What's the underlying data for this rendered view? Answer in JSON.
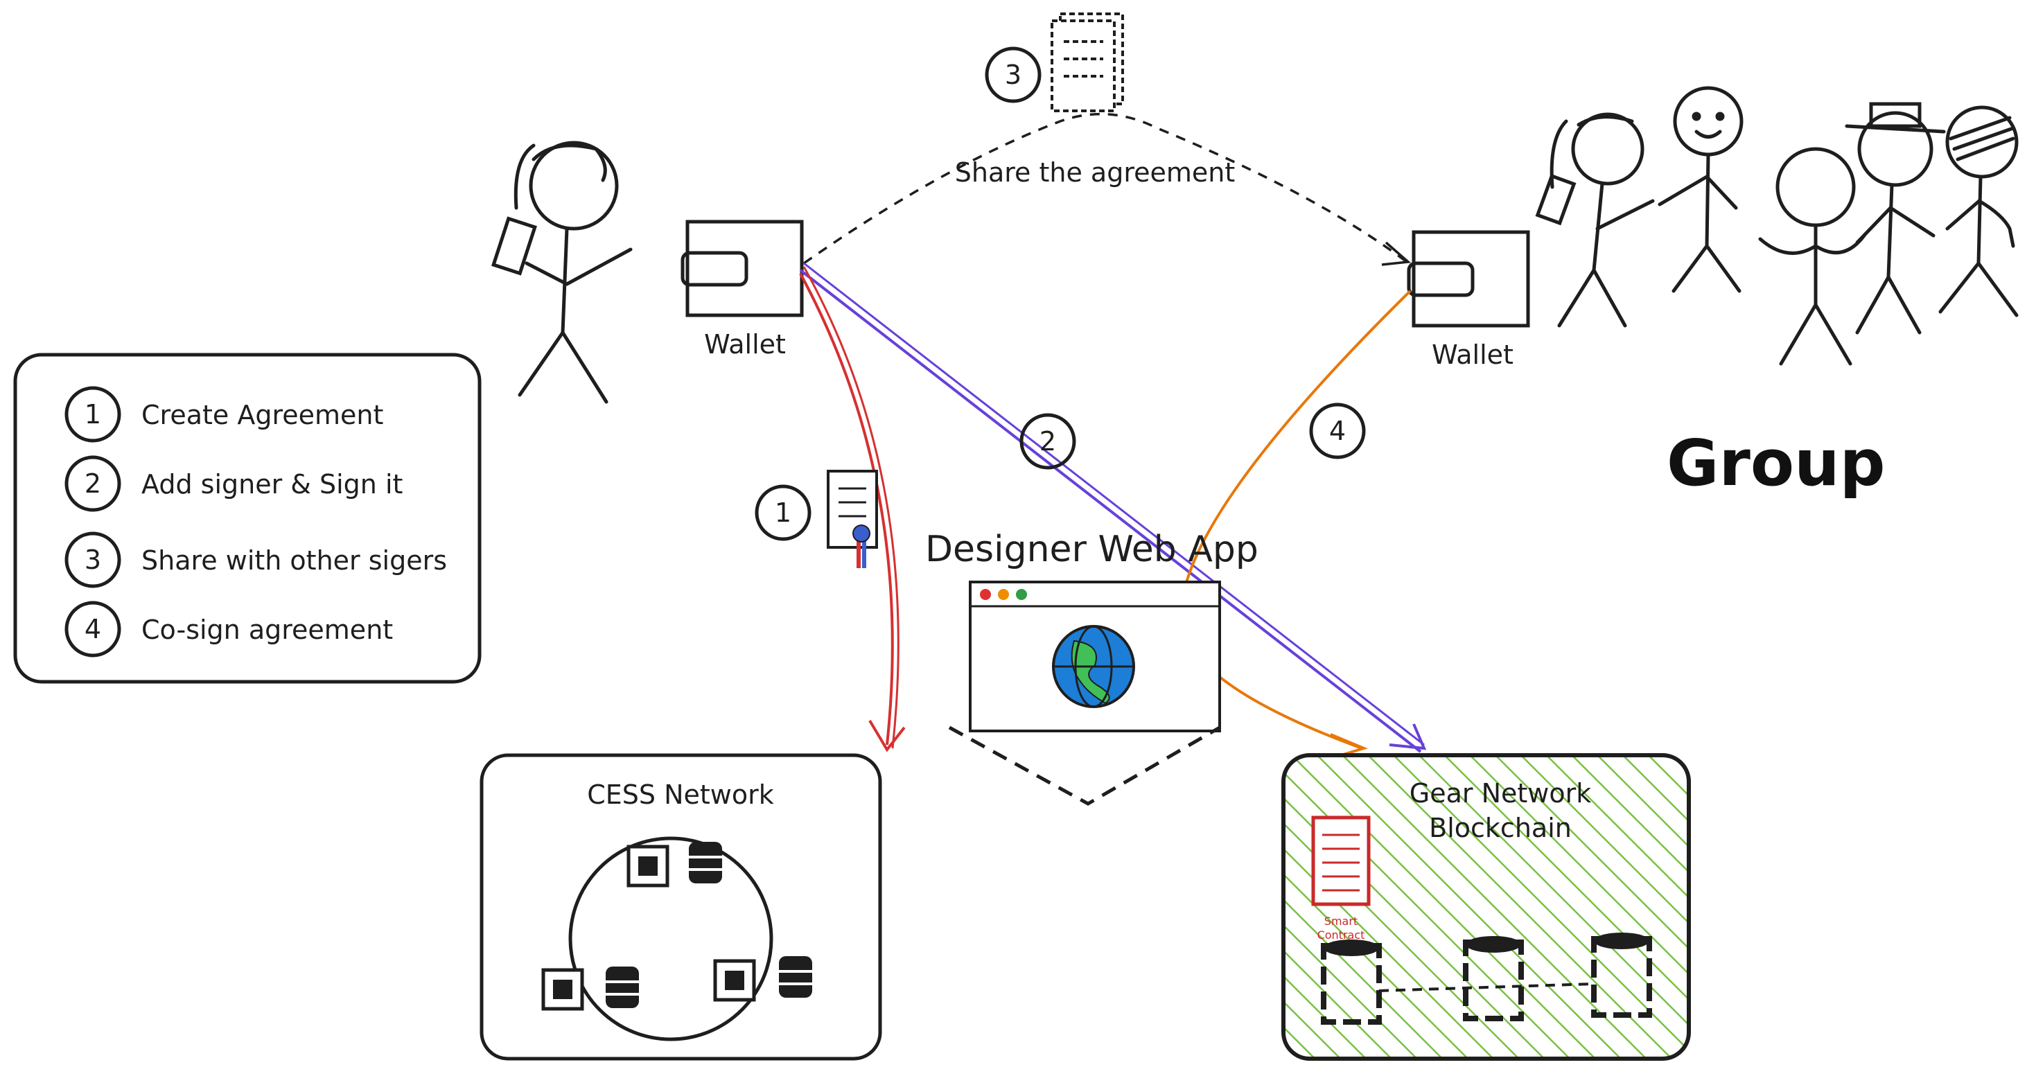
{
  "legend": {
    "items": [
      {
        "num": "1",
        "text": "Create Agreement"
      },
      {
        "num": "2",
        "text": "Add signer & Sign it"
      },
      {
        "num": "3",
        "text": "Share with other sigers"
      },
      {
        "num": "4",
        "text": "Co-sign agreement"
      }
    ]
  },
  "wallet_left": {
    "label": "Wallet"
  },
  "wallet_right": {
    "label": "Wallet"
  },
  "share": {
    "label": "Share the agreement",
    "step": "3"
  },
  "steps": {
    "one": "1",
    "two": "2",
    "four": "4"
  },
  "webapp": {
    "title": "Designer Web App"
  },
  "cess": {
    "title": "CESS Network"
  },
  "gear": {
    "title_line1": "Gear Network",
    "title_line2": "Blockchain",
    "contract_label_1": "Smart",
    "contract_label_2": "Contract"
  },
  "group": {
    "label": "Group"
  },
  "colors": {
    "red": "#d63031",
    "purple": "#6741d9",
    "orange": "#e8780a",
    "green": "#7ac143",
    "black": "#1e1e1e"
  }
}
